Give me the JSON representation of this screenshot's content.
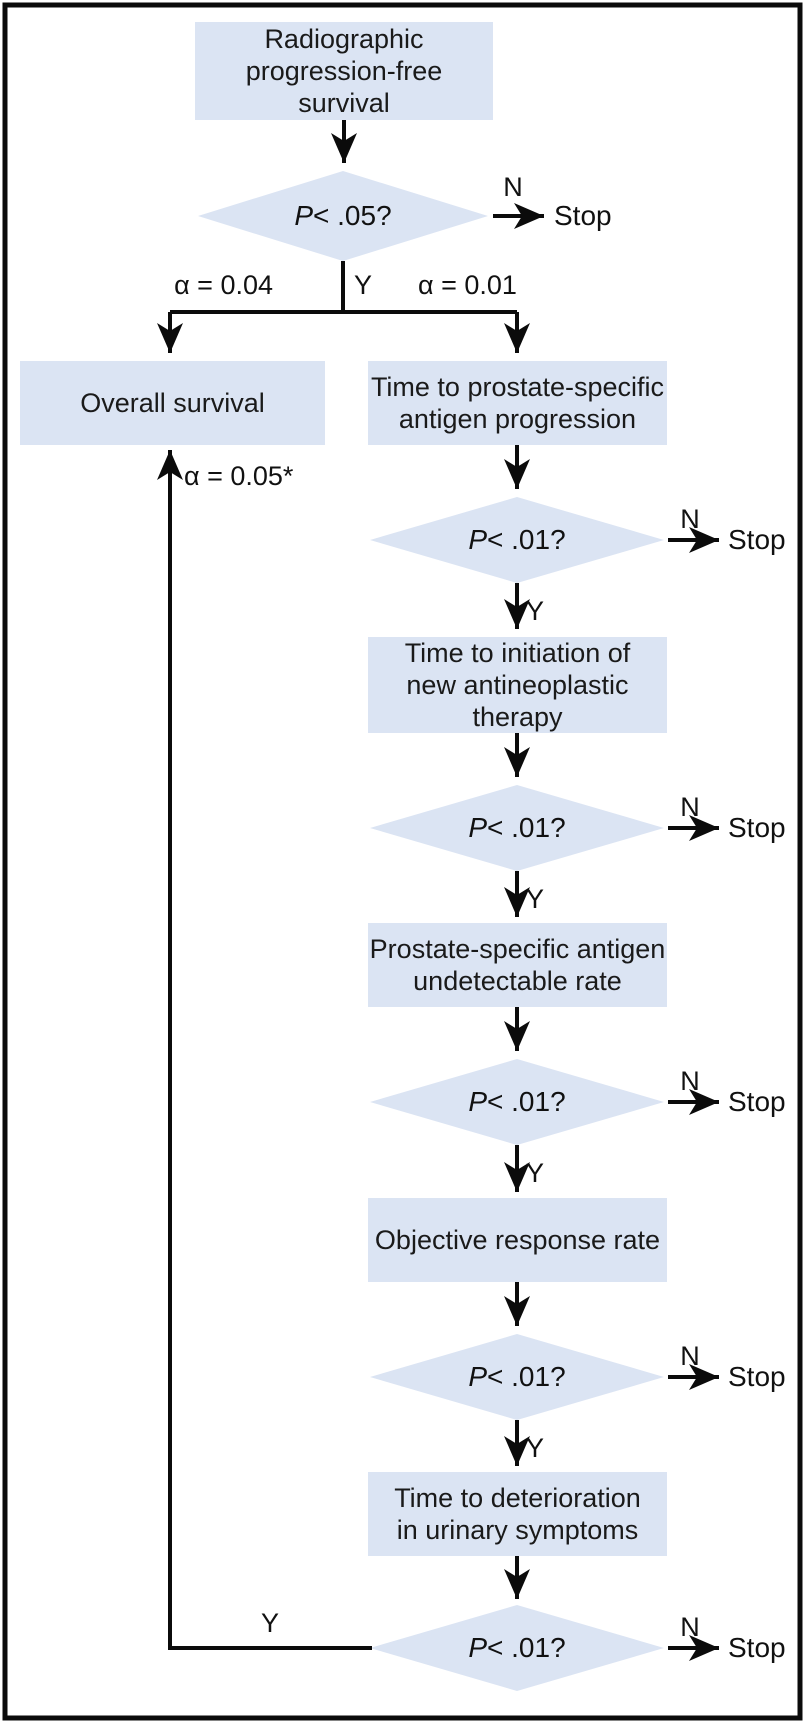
{
  "palette": {
    "node_fill": "#dbe4f3",
    "line_color": "#000000",
    "text_color": "#111111",
    "background": "#ffffff"
  },
  "flowchart": {
    "boxes": {
      "rpfs": "Radiographic\nprogression-free\nsurvival",
      "os": "Overall survival",
      "ttpp": "Time to prostate-specific\nantigen progression",
      "ttin": "Time to initiation of\nnew antineoplastic\ntherapy",
      "psa_undetectable": "Prostate-specific antigen\nundetectable rate",
      "orr": "Objective response rate",
      "ttd_urinary": "Time to deterioration\nin urinary symptoms"
    },
    "decisions": {
      "d1": {
        "p": "P",
        "rest": " < .05?"
      },
      "d2": {
        "p": "P",
        "rest": " < .01?"
      },
      "d3": {
        "p": "P",
        "rest": " < .01?"
      },
      "d4": {
        "p": "P",
        "rest": " < .01?"
      },
      "d5": {
        "p": "P",
        "rest": " < .01?"
      },
      "d6": {
        "p": "P",
        "rest": " < .01?"
      }
    },
    "labels": {
      "yes": "Y",
      "no": "N",
      "stop": "Stop",
      "alpha_left": "α = 0.04",
      "alpha_right": "α = 0.01",
      "alpha_os": "α = 0.05*"
    }
  }
}
